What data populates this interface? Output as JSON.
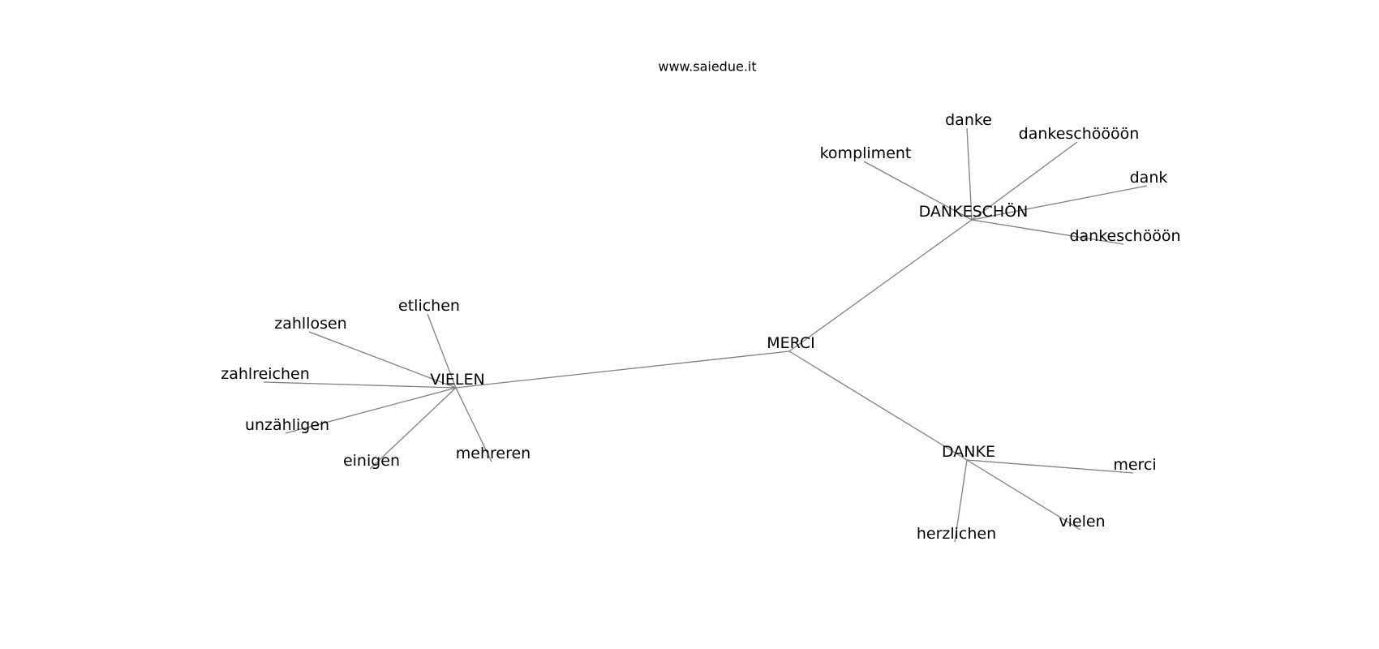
{
  "title": "www.saiedue.it",
  "colors": {
    "edge": "#808080",
    "label": "#000000",
    "background": "#ffffff"
  },
  "nodes": [
    {
      "id": "merci_hub",
      "label": "MERCI"
    },
    {
      "id": "dankeschon_hub",
      "label": "DANKESCHÖN"
    },
    {
      "id": "vielen_hub",
      "label": "VIELEN"
    },
    {
      "id": "danke_hub",
      "label": "DANKE"
    },
    {
      "id": "kompliment",
      "label": "kompliment"
    },
    {
      "id": "danke_leaf",
      "label": "danke"
    },
    {
      "id": "dankeschooooon",
      "label": "dankeschöööön"
    },
    {
      "id": "dank",
      "label": "dank"
    },
    {
      "id": "dankeschoooon",
      "label": "dankeschööön"
    },
    {
      "id": "etlichen",
      "label": "etlichen"
    },
    {
      "id": "zahllosen",
      "label": "zahllosen"
    },
    {
      "id": "zahlreichen",
      "label": "zahlreichen"
    },
    {
      "id": "unzahligen",
      "label": "unzähligen"
    },
    {
      "id": "einigen",
      "label": "einigen"
    },
    {
      "id": "mehreren",
      "label": "mehreren"
    },
    {
      "id": "merci_leaf",
      "label": "merci"
    },
    {
      "id": "vielen_leaf",
      "label": "vielen"
    },
    {
      "id": "herzlichen",
      "label": "herzlichen"
    }
  ],
  "edges": [
    [
      "merci_hub",
      "dankeschon_hub"
    ],
    [
      "merci_hub",
      "vielen_hub"
    ],
    [
      "merci_hub",
      "danke_hub"
    ],
    [
      "dankeschon_hub",
      "kompliment"
    ],
    [
      "dankeschon_hub",
      "danke_leaf"
    ],
    [
      "dankeschon_hub",
      "dankeschooooon"
    ],
    [
      "dankeschon_hub",
      "dank"
    ],
    [
      "dankeschon_hub",
      "dankeschoooon"
    ],
    [
      "vielen_hub",
      "etlichen"
    ],
    [
      "vielen_hub",
      "zahllosen"
    ],
    [
      "vielen_hub",
      "zahlreichen"
    ],
    [
      "vielen_hub",
      "unzahligen"
    ],
    [
      "vielen_hub",
      "einigen"
    ],
    [
      "vielen_hub",
      "mehreren"
    ],
    [
      "danke_hub",
      "merci_leaf"
    ],
    [
      "danke_hub",
      "vielen_leaf"
    ],
    [
      "danke_hub",
      "herzlichen"
    ]
  ]
}
